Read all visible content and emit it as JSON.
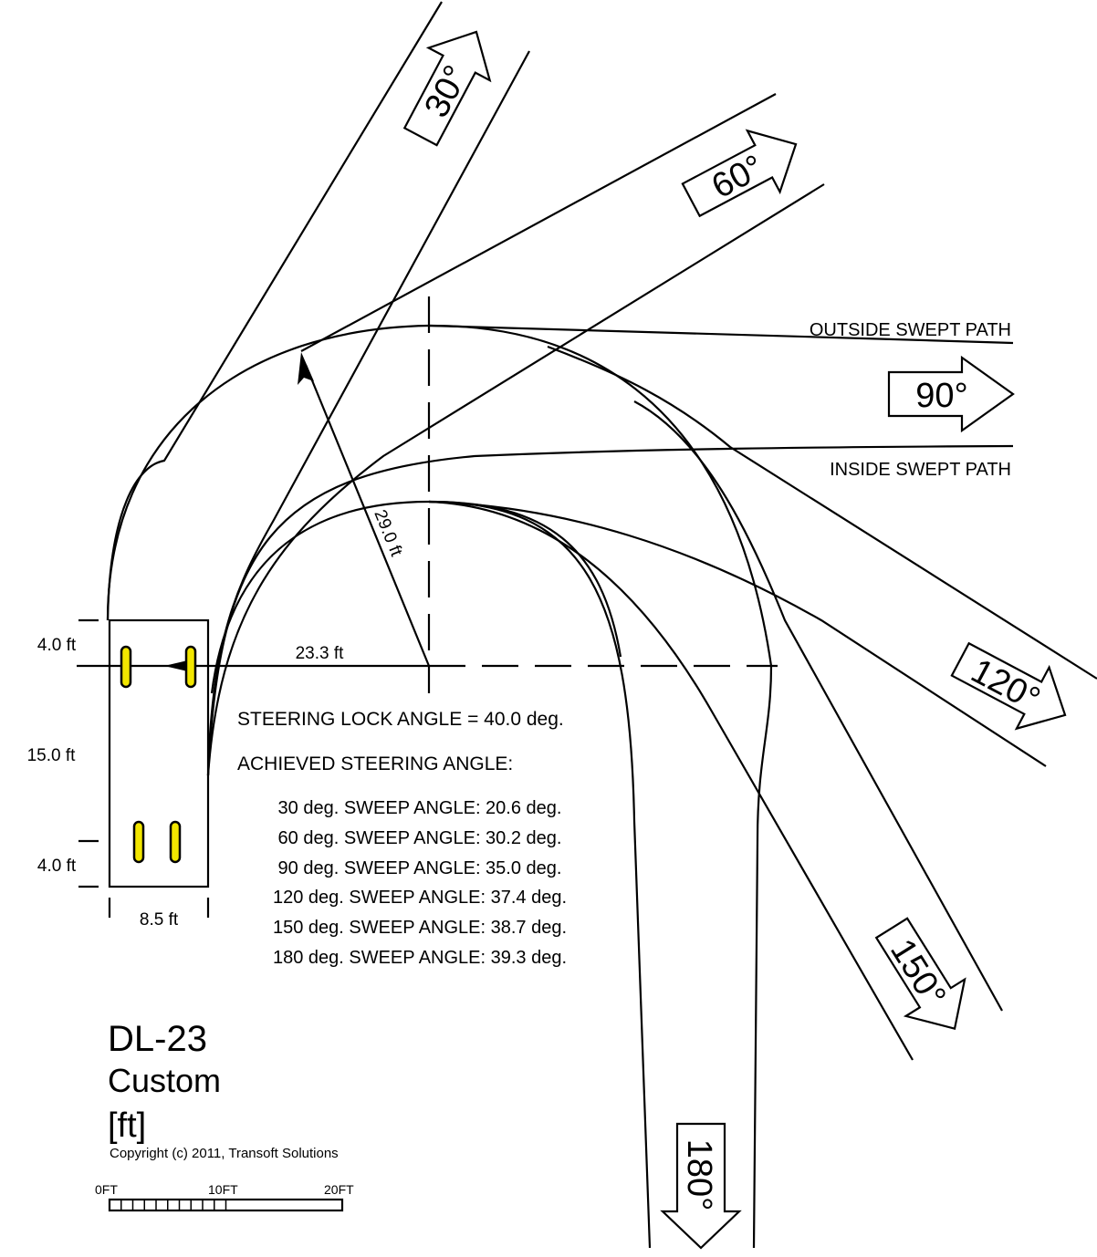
{
  "labels": {
    "outside_path": "OUTSIDE SWEPT PATH",
    "inside_path": "INSIDE SWEPT PATH",
    "radius": "29.0 ft",
    "offset": "23.3 ft",
    "steering_lock": "STEERING LOCK ANGLE = 40.0 deg.",
    "achieved_header": "ACHIEVED STEERING ANGLE:"
  },
  "sweep_angles": [
    "30 deg. SWEEP ANGLE: 20.6 deg.",
    "60 deg. SWEEP ANGLE: 30.2 deg.",
    "90 deg. SWEEP ANGLE: 35.0 deg.",
    "120 deg. SWEEP ANGLE: 37.4 deg.",
    "150 deg. SWEEP ANGLE: 38.7 deg.",
    "180 deg. SWEEP ANGLE: 39.3 deg."
  ],
  "turn_arrows": [
    "30°",
    "60°",
    "90°",
    "120°",
    "150°",
    "180°"
  ],
  "vehicle_dims": {
    "front_overhang": "4.0 ft",
    "wheelbase": "15.0 ft",
    "rear_overhang": "4.0 ft",
    "width": "8.5 ft"
  },
  "title_block": {
    "name": "DL-23",
    "type": "Custom",
    "units": "[ft]",
    "copyright": "Copyright (c) 2011, Transoft Solutions"
  },
  "scale_bar": {
    "labels": [
      "0FT",
      "10FT",
      "20FT"
    ]
  }
}
